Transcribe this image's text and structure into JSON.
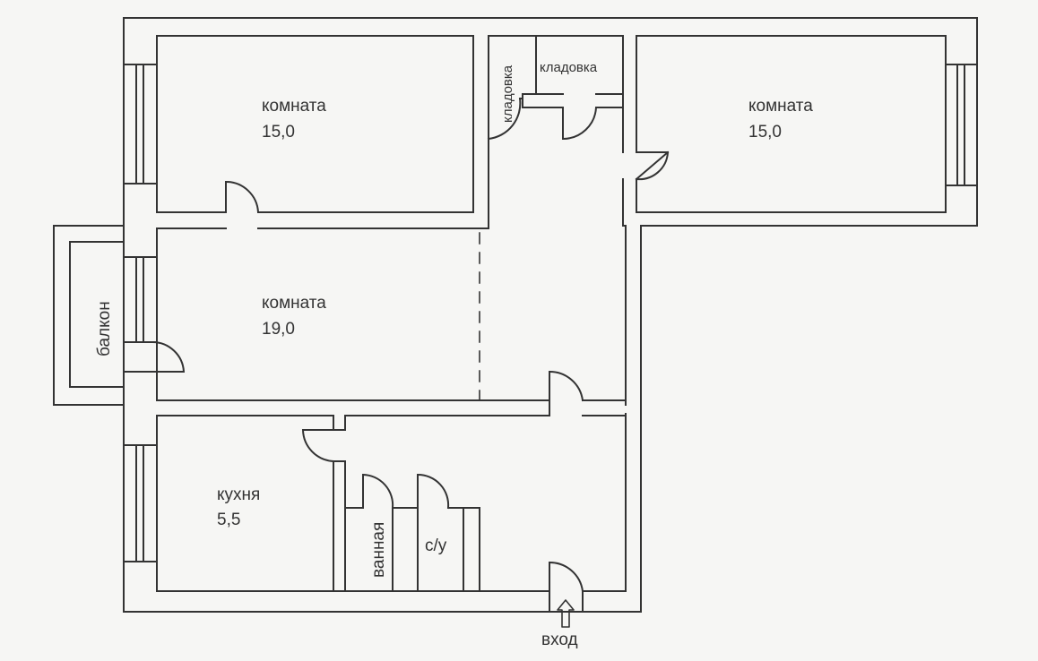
{
  "rooms": {
    "room_top_left": {
      "name": "комната",
      "area": "15,0"
    },
    "room_top_right": {
      "name": "комната",
      "area": "15,0"
    },
    "room_middle": {
      "name": "комната",
      "area": "19,0"
    },
    "kitchen": {
      "name": "кухня",
      "area": "5,5"
    },
    "balcony": {
      "name": "балкон"
    },
    "pantry_1": {
      "name": "кладовка"
    },
    "pantry_2": {
      "name": "кладовка"
    },
    "bathroom": {
      "name": "ванная"
    },
    "wc": {
      "name": "с/у"
    }
  },
  "entrance": {
    "label": "вход"
  },
  "colors": {
    "wall": "#333333",
    "background": "#f6f6f4"
  }
}
